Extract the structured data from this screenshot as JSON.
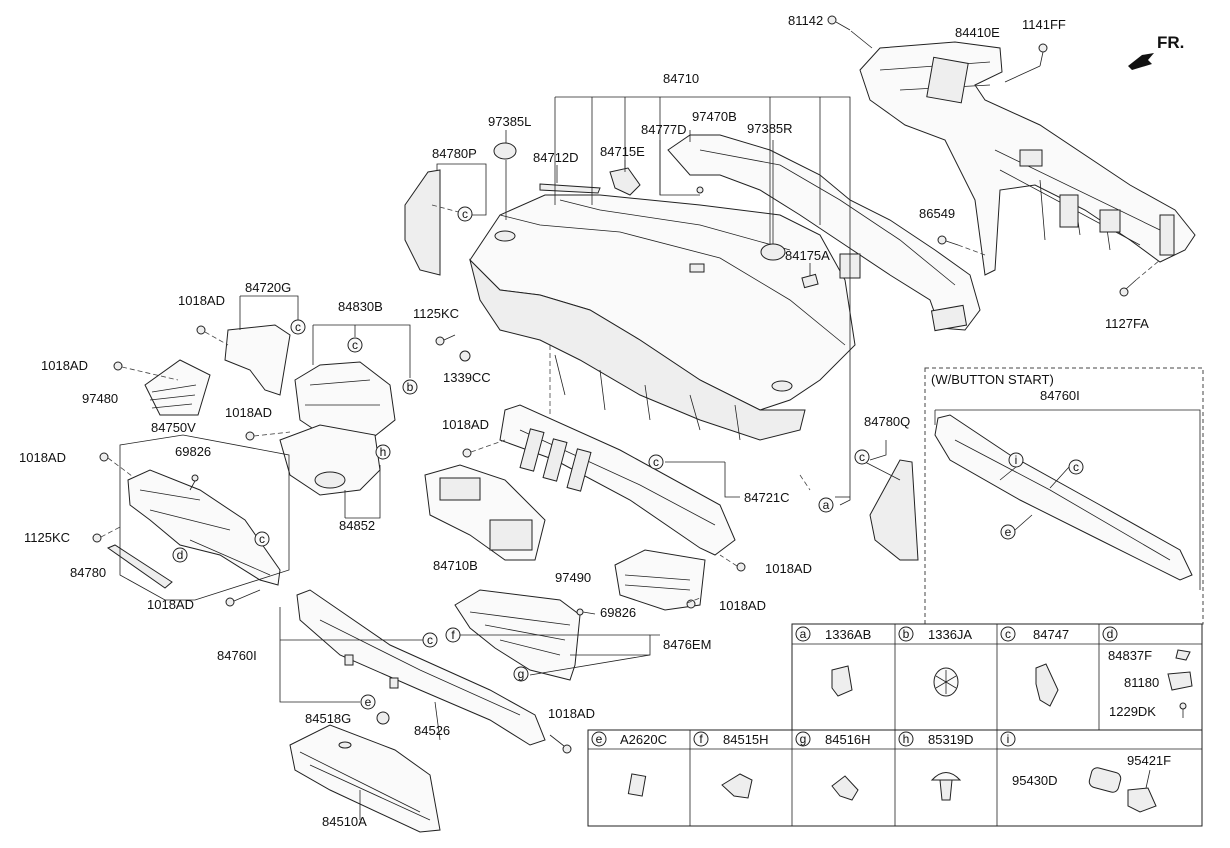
{
  "direction": "FR.",
  "section": {
    "title": "(W/BUTTON START)",
    "part": "84760I",
    "callouts": [
      "i",
      "c",
      "e"
    ]
  },
  "labels": {
    "l81142": "81142",
    "l84410E": "84410E",
    "l1141FF": "1141FF",
    "l84710": "84710",
    "l97385L": "97385L",
    "l84777D": "84777D",
    "l97470B": "97470B",
    "l97385R": "97385R",
    "l84780P": "84780P",
    "l84712D": "84712D",
    "l84715E": "84715E",
    "l86549": "86549",
    "l84175A": "84175A",
    "l1127FA": "1127FA",
    "l84720G": "84720G",
    "l1018AD_a": "1018AD",
    "l84830B": "84830B",
    "l1125KC_a": "1125KC",
    "l1339CC": "1339CC",
    "l1018AD_b": "1018AD",
    "l97480": "97480",
    "l1018AD_c": "1018AD",
    "l84750V": "84750V",
    "l1018AD_d": "1018AD",
    "l69826_a": "69826",
    "l1018AD_e": "1018AD",
    "l84780Q": "84780Q",
    "l1125KC_b": "1125KC",
    "l84852": "84852",
    "l84721C": "84721C",
    "l84780": "84780",
    "l84710B": "84710B",
    "l97490": "97490",
    "l1018AD_f": "1018AD",
    "l1018AD_g": "1018AD",
    "l1018AD_h": "1018AD",
    "l69826_b": "69826",
    "l84760I": "84760I",
    "l8476EM": "8476EM",
    "l84518G": "84518G",
    "l84526": "84526",
    "l1018AD_i": "1018AD",
    "l84510A": "84510A"
  },
  "legend": [
    {
      "letter": "a",
      "code": "1336AB"
    },
    {
      "letter": "b",
      "code": "1336JA"
    },
    {
      "letter": "c",
      "code": "84747"
    },
    {
      "letter": "d",
      "code": "",
      "sub": [
        "84837F",
        "81180",
        "1229DK"
      ]
    },
    {
      "letter": "e",
      "code": "A2620C"
    },
    {
      "letter": "f",
      "code": "84515H"
    },
    {
      "letter": "g",
      "code": "84516H"
    },
    {
      "letter": "h",
      "code": "85319D"
    },
    {
      "letter": "i",
      "code": "",
      "sub": [
        "95421F",
        "95430D"
      ]
    }
  ],
  "callout_letters": {
    "c1": "c",
    "c2": "c",
    "c3": "c",
    "c4": "c",
    "c5": "c",
    "c6": "c",
    "b1": "b",
    "h1": "h",
    "d1": "d",
    "a1": "a",
    "e1": "e",
    "f1": "f",
    "g1": "g"
  }
}
